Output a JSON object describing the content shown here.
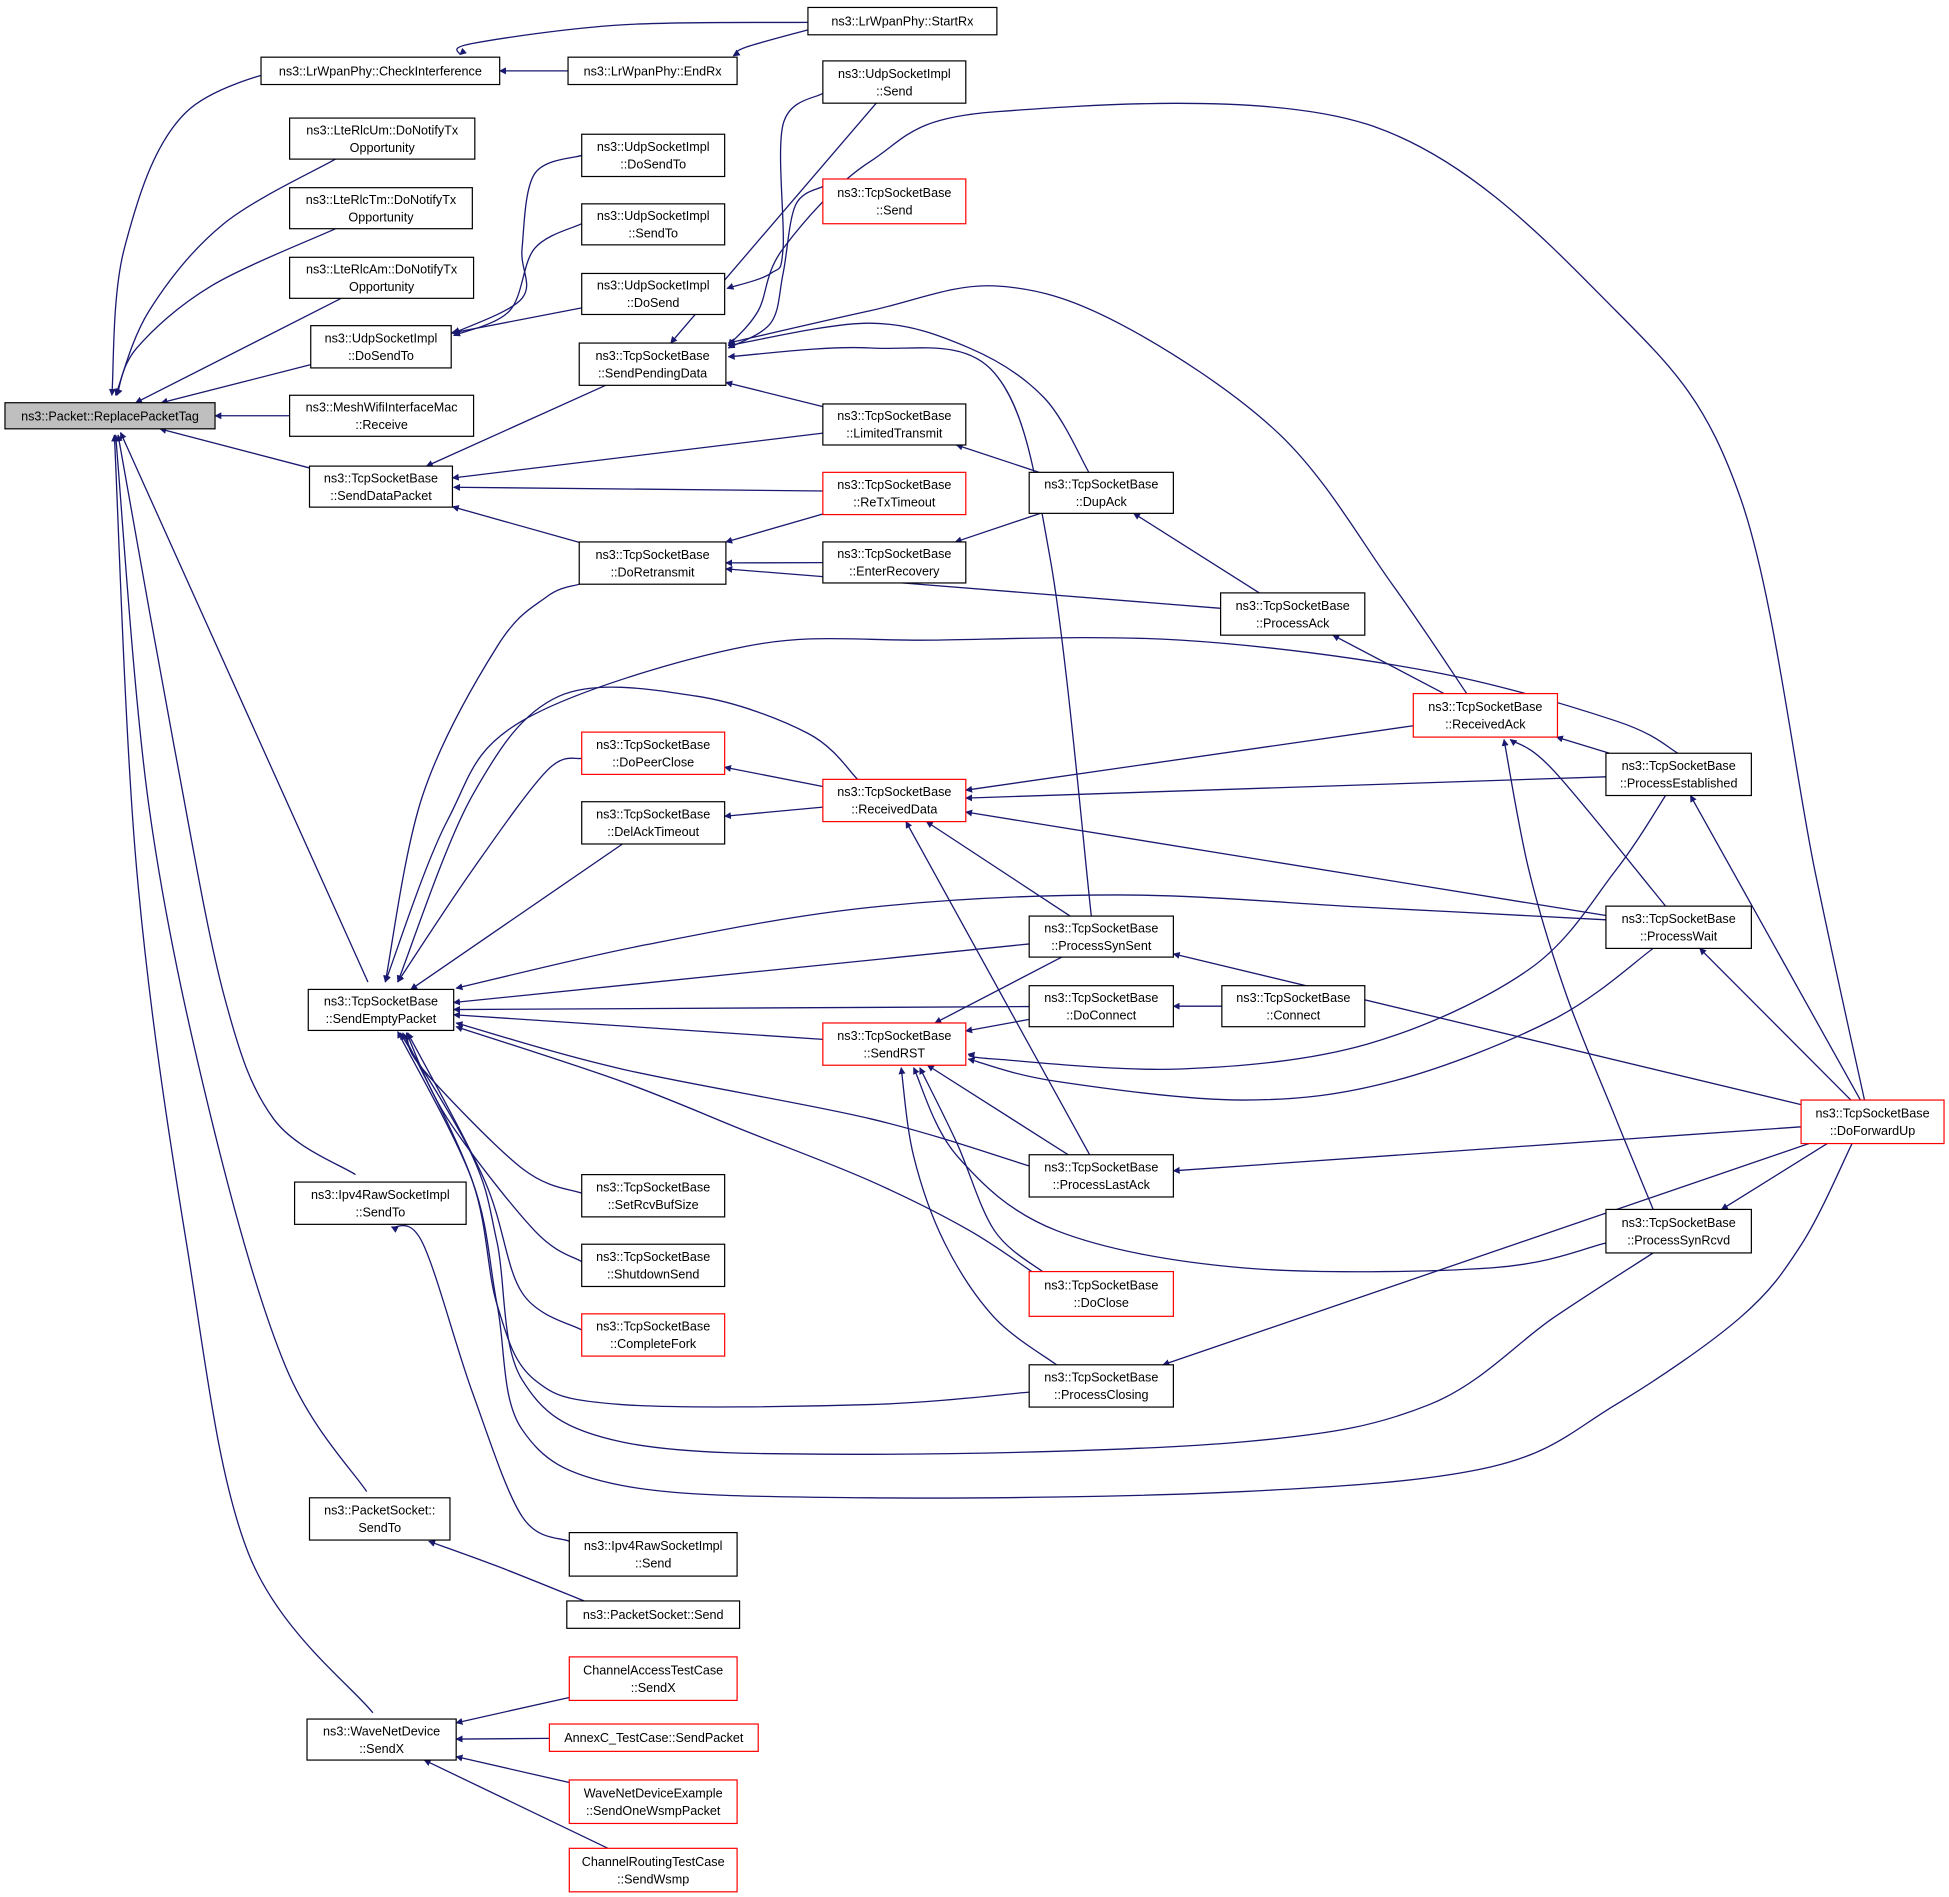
{
  "colors": {
    "edge": "#191970",
    "node_border": "#000000",
    "node_border_highlight": "#ff0000",
    "root_fill": "#bfbfbf",
    "node_fill": "#ffffff"
  },
  "nodes": {
    "n0": {
      "lines": [
        "ns3::Packet::ReplacePacketTag"
      ],
      "variant": "root"
    },
    "n1": {
      "lines": [
        "ns3::LrWpanPhy::CheckInterference"
      ],
      "variant": "normal"
    },
    "n2": {
      "lines": [
        "ns3::LteRlcUm::DoNotifyTx",
        "Opportunity"
      ],
      "variant": "normal"
    },
    "n3": {
      "lines": [
        "ns3::LteRlcTm::DoNotifyTx",
        "Opportunity"
      ],
      "variant": "normal"
    },
    "n4": {
      "lines": [
        "ns3::LteRlcAm::DoNotifyTx",
        "Opportunity"
      ],
      "variant": "normal"
    },
    "n5": {
      "lines": [
        "ns3::UdpSocketImpl",
        "::DoSendTo"
      ],
      "variant": "normal"
    },
    "n6": {
      "lines": [
        "ns3::MeshWifiInterfaceMac",
        "::Receive"
      ],
      "variant": "normal"
    },
    "n7": {
      "lines": [
        "ns3::TcpSocketBase",
        "::SendDataPacket"
      ],
      "variant": "normal"
    },
    "n8": {
      "lines": [
        "ns3::TcpSocketBase",
        "::SendEmptyPacket"
      ],
      "variant": "normal"
    },
    "n9": {
      "lines": [
        "ns3::Ipv4RawSocketImpl",
        "::SendTo"
      ],
      "variant": "normal"
    },
    "n10": {
      "lines": [
        "ns3::PacketSocket::",
        "SendTo"
      ],
      "variant": "normal"
    },
    "n11": {
      "lines": [
        "ns3::WaveNetDevice",
        "::SendX"
      ],
      "variant": "normal"
    },
    "n12": {
      "lines": [
        "ns3::LrWpanPhy::EndRx"
      ],
      "variant": "normal"
    },
    "n13": {
      "lines": [
        "ns3::LrWpanPhy::StartRx"
      ],
      "variant": "normal"
    },
    "n14": {
      "lines": [
        "ns3::UdpSocketImpl",
        "::DoSendTo"
      ],
      "variant": "normal"
    },
    "n15": {
      "lines": [
        "ns3::UdpSocketImpl",
        "::SendTo"
      ],
      "variant": "normal"
    },
    "n16": {
      "lines": [
        "ns3::UdpSocketImpl",
        "::DoSend"
      ],
      "variant": "normal"
    },
    "n17": {
      "lines": [
        "ns3::UdpSocketImpl",
        "::Send"
      ],
      "variant": "normal"
    },
    "n18": {
      "lines": [
        "ns3::TcpSocketBase",
        "::Send"
      ],
      "variant": "red"
    },
    "n19": {
      "lines": [
        "ns3::TcpSocketBase",
        "::SendPendingData"
      ],
      "variant": "normal"
    },
    "n20": {
      "lines": [
        "ns3::TcpSocketBase",
        "::LimitedTransmit"
      ],
      "variant": "normal"
    },
    "n21": {
      "lines": [
        "ns3::TcpSocketBase",
        "::ReTxTimeout"
      ],
      "variant": "red"
    },
    "n22": {
      "lines": [
        "ns3::TcpSocketBase",
        "::DoRetransmit"
      ],
      "variant": "normal"
    },
    "n23": {
      "lines": [
        "ns3::TcpSocketBase",
        "::EnterRecovery"
      ],
      "variant": "normal"
    },
    "n24": {
      "lines": [
        "ns3::TcpSocketBase",
        "::DupAck"
      ],
      "variant": "normal"
    },
    "n25": {
      "lines": [
        "ns3::TcpSocketBase",
        "::ProcessAck"
      ],
      "variant": "normal"
    },
    "n26": {
      "lines": [
        "ns3::TcpSocketBase",
        "::ReceivedAck"
      ],
      "variant": "red"
    },
    "n27": {
      "lines": [
        "ns3::TcpSocketBase",
        "::DoPeerClose"
      ],
      "variant": "red"
    },
    "n28": {
      "lines": [
        "ns3::TcpSocketBase",
        "::DelAckTimeout"
      ],
      "variant": "normal"
    },
    "n29": {
      "lines": [
        "ns3::TcpSocketBase",
        "::ReceivedData"
      ],
      "variant": "red"
    },
    "n30": {
      "lines": [
        "ns3::TcpSocketBase",
        "::ProcessEstablished"
      ],
      "variant": "normal"
    },
    "n31": {
      "lines": [
        "ns3::TcpSocketBase",
        "::ProcessWait"
      ],
      "variant": "normal"
    },
    "n32": {
      "lines": [
        "ns3::TcpSocketBase",
        "::ProcessSynSent"
      ],
      "variant": "normal"
    },
    "n33": {
      "lines": [
        "ns3::TcpSocketBase",
        "::DoConnect"
      ],
      "variant": "normal"
    },
    "n34": {
      "lines": [
        "ns3::TcpSocketBase",
        "::Connect"
      ],
      "variant": "normal"
    },
    "n35": {
      "lines": [
        "ns3::TcpSocketBase",
        "::SendRST"
      ],
      "variant": "red"
    },
    "n36": {
      "lines": [
        "ns3::TcpSocketBase",
        "::DoForwardUp"
      ],
      "variant": "red"
    },
    "n37": {
      "lines": [
        "ns3::TcpSocketBase",
        "::ProcessLastAck"
      ],
      "variant": "normal"
    },
    "n38": {
      "lines": [
        "ns3::TcpSocketBase",
        "::SetRcvBufSize"
      ],
      "variant": "normal"
    },
    "n39": {
      "lines": [
        "ns3::TcpSocketBase",
        "::ShutdownSend"
      ],
      "variant": "normal"
    },
    "n40": {
      "lines": [
        "ns3::TcpSocketBase",
        "::CompleteFork"
      ],
      "variant": "red"
    },
    "n41": {
      "lines": [
        "ns3::TcpSocketBase",
        "::DoClose"
      ],
      "variant": "red"
    },
    "n42": {
      "lines": [
        "ns3::TcpSocketBase",
        "::ProcessSynRcvd"
      ],
      "variant": "normal"
    },
    "n43": {
      "lines": [
        "ns3::TcpSocketBase",
        "::ProcessClosing"
      ],
      "variant": "normal"
    },
    "n44": {
      "lines": [
        "ns3::Ipv4RawSocketImpl",
        "::Send"
      ],
      "variant": "normal"
    },
    "n45": {
      "lines": [
        "ns3::PacketSocket::Send"
      ],
      "variant": "normal"
    },
    "n46": {
      "lines": [
        "ChannelAccessTestCase",
        "::SendX"
      ],
      "variant": "red"
    },
    "n47": {
      "lines": [
        "AnnexC_TestCase::SendPacket"
      ],
      "variant": "red"
    },
    "n48": {
      "lines": [
        "WaveNetDeviceExample",
        "::SendOneWsmpPacket"
      ],
      "variant": "red"
    },
    "n49": {
      "lines": [
        "ChannelRoutingTestCase",
        "::SendWsmp"
      ],
      "variant": "red"
    }
  },
  "edges": [
    [
      "n1",
      "n0"
    ],
    [
      "n2",
      "n0"
    ],
    [
      "n3",
      "n0"
    ],
    [
      "n4",
      "n0"
    ],
    [
      "n5",
      "n0"
    ],
    [
      "n6",
      "n0"
    ],
    [
      "n7",
      "n0"
    ],
    [
      "n8",
      "n0"
    ],
    [
      "n9",
      "n0"
    ],
    [
      "n10",
      "n0"
    ],
    [
      "n11",
      "n0"
    ],
    [
      "n12",
      "n1"
    ],
    [
      "n13",
      "n1"
    ],
    [
      "n13",
      "n12"
    ],
    [
      "n14",
      "n5"
    ],
    [
      "n15",
      "n5"
    ],
    [
      "n16",
      "n5"
    ],
    [
      "n17",
      "n16"
    ],
    [
      "n19",
      "n7"
    ],
    [
      "n20",
      "n7"
    ],
    [
      "n21",
      "n7"
    ],
    [
      "n22",
      "n7"
    ],
    [
      "n18",
      "n19"
    ],
    [
      "n17",
      "n19"
    ],
    [
      "n20",
      "n19"
    ],
    [
      "n24",
      "n19"
    ],
    [
      "n26",
      "n19"
    ],
    [
      "n32",
      "n19"
    ],
    [
      "n36",
      "n19"
    ],
    [
      "n24",
      "n20"
    ],
    [
      "n21",
      "n22"
    ],
    [
      "n23",
      "n22"
    ],
    [
      "n25",
      "n22"
    ],
    [
      "n24",
      "n23"
    ],
    [
      "n25",
      "n24"
    ],
    [
      "n26",
      "n25"
    ],
    [
      "n30",
      "n26"
    ],
    [
      "n31",
      "n26"
    ],
    [
      "n42",
      "n26"
    ],
    [
      "n22",
      "n8"
    ],
    [
      "n29",
      "n8"
    ],
    [
      "n27",
      "n8"
    ],
    [
      "n28",
      "n8"
    ],
    [
      "n30",
      "n8"
    ],
    [
      "n31",
      "n8"
    ],
    [
      "n32",
      "n8"
    ],
    [
      "n33",
      "n8"
    ],
    [
      "n35",
      "n8"
    ],
    [
      "n37",
      "n8"
    ],
    [
      "n38",
      "n8"
    ],
    [
      "n39",
      "n8"
    ],
    [
      "n40",
      "n8"
    ],
    [
      "n41",
      "n8"
    ],
    [
      "n43",
      "n8"
    ],
    [
      "n42",
      "n8"
    ],
    [
      "n36",
      "n8"
    ],
    [
      "n29",
      "n27"
    ],
    [
      "n29",
      "n28"
    ],
    [
      "n26",
      "n29"
    ],
    [
      "n30",
      "n29"
    ],
    [
      "n31",
      "n29"
    ],
    [
      "n32",
      "n29"
    ],
    [
      "n37",
      "n29"
    ],
    [
      "n34",
      "n33"
    ],
    [
      "n32",
      "n35"
    ],
    [
      "n33",
      "n35"
    ],
    [
      "n30",
      "n35"
    ],
    [
      "n31",
      "n35"
    ],
    [
      "n37",
      "n35"
    ],
    [
      "n41",
      "n35"
    ],
    [
      "n42",
      "n35"
    ],
    [
      "n43",
      "n35"
    ],
    [
      "n36",
      "n30"
    ],
    [
      "n36",
      "n31"
    ],
    [
      "n36",
      "n32"
    ],
    [
      "n36",
      "n37"
    ],
    [
      "n36",
      "n42"
    ],
    [
      "n36",
      "n43"
    ],
    [
      "n44",
      "n9"
    ],
    [
      "n45",
      "n10"
    ],
    [
      "n46",
      "n11"
    ],
    [
      "n47",
      "n11"
    ],
    [
      "n48",
      "n11"
    ],
    [
      "n49",
      "n11"
    ]
  ]
}
